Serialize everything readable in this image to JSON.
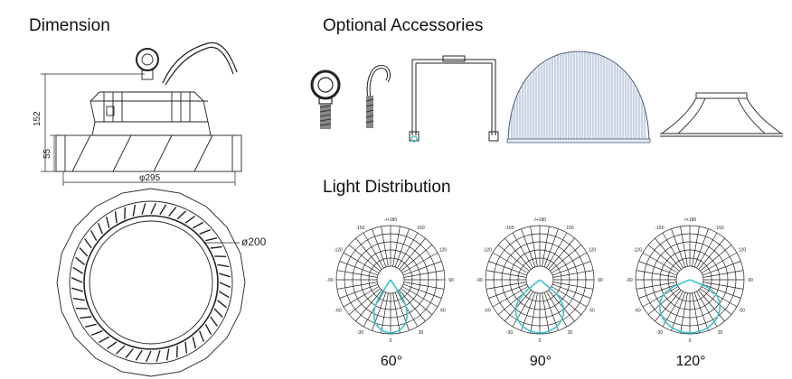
{
  "sections": {
    "dimension": "Dimension",
    "accessories": "Optional Accessories",
    "distribution": "Light Distribution"
  },
  "dimensions": {
    "height_total": "152",
    "height_shade": "55",
    "diameter_outer": "φ295",
    "diameter_inner": "ø200"
  },
  "accessories": [
    {
      "name": "eye-bolt-icon"
    },
    {
      "name": "hook-icon"
    },
    {
      "name": "u-bracket-icon"
    },
    {
      "name": "pc-reflector-icon"
    },
    {
      "name": "aluminum-reflector-icon"
    }
  ],
  "polar_labels": {
    "top": "-/+180",
    "upper_left": "-150",
    "upper_right": "150",
    "mid_left_high": "-120",
    "mid_right_high": "120",
    "left": "-90",
    "right": "90",
    "mid_left_low": "-60",
    "mid_right_low": "60",
    "lower_left": "-30",
    "lower_right": "30",
    "bottom": "0"
  },
  "beams": [
    {
      "label": "60°",
      "angle": 60
    },
    {
      "label": "90°",
      "angle": 90
    },
    {
      "label": "120°",
      "angle": 120
    }
  ],
  "colors": {
    "curve": "#3cc3cf",
    "line": "#222222"
  }
}
